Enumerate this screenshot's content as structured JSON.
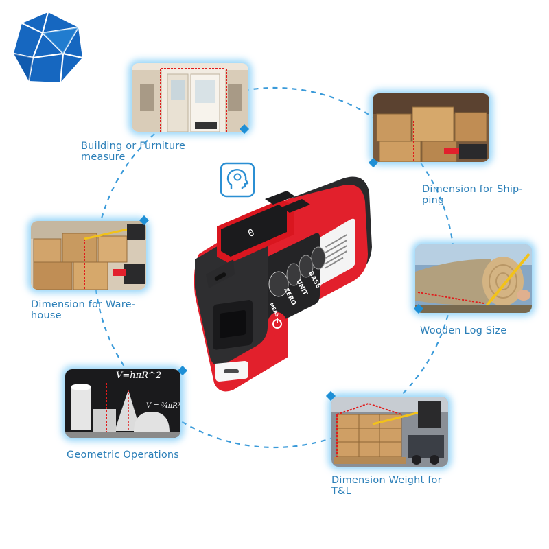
{
  "colors": {
    "accent": "#2b7fb8",
    "ring": "#3a9ad9",
    "device_red": "#e2202c",
    "device_black": "#2a2a2c",
    "logo_blue": "#1667c0"
  },
  "logo": {
    "icon": "polyhedron-logo-icon"
  },
  "center_icon": {
    "icon": "head-profile-icon"
  },
  "applications": [
    {
      "id": "building",
      "line1": "Building or Furniture",
      "line2": "measure",
      "icon": "door-photo"
    },
    {
      "id": "shipping",
      "line1": "Dimension for Ship-",
      "line2": "ping",
      "icon": "boxes-photo"
    },
    {
      "id": "warehouse",
      "line1": "Dimension for Ware-",
      "line2": "house",
      "icon": "warehouse-photo"
    },
    {
      "id": "log",
      "line1": "Wooden Log Size",
      "line2": "",
      "icon": "log-photo"
    },
    {
      "id": "geometry",
      "line1": "Geometric Operations",
      "line2": "",
      "icon": "geometry-photo",
      "formula1": "V=hπR^2",
      "formula2": "V = ¾πR³"
    },
    {
      "id": "weight",
      "line1": "Dimension Weight for",
      "line2": "T&L",
      "icon": "pallet-photo"
    }
  ],
  "device": {
    "buttons": [
      "ZERO",
      "UNIT",
      "BASE"
    ],
    "power_label": "MEAS",
    "screen_mode": "0"
  }
}
